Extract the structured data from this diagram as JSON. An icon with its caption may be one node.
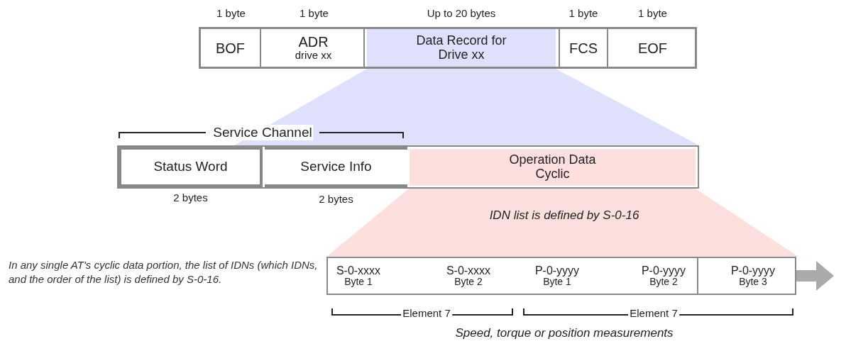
{
  "diagram": {
    "nodes": [
      {
        "text": [
          "BOF"
        ],
        "beside": [
          "1 byte"
        ]
      },
      {
        "text": [
          "ADR",
          "drive xx"
        ],
        "beside": [
          "1 byte"
        ]
      },
      {
        "text": [
          "Data Record for Drive xx"
        ],
        "beside": [
          "Up to 20 bytes"
        ]
      },
      {
        "text": [
          "FCS"
        ],
        "beside": [
          "1 byte"
        ]
      },
      {
        "text": [
          "EOF"
        ],
        "beside": [
          "1 byte"
        ]
      },
      {
        "text": [
          "Status Word"
        ],
        "beside": [
          "2 bytes"
        ]
      },
      {
        "text": [
          "Service Info"
        ],
        "beside": [
          "2 bytes"
        ]
      },
      {
        "text": [
          "Operation Data Cyclic"
        ]
      },
      {
        "text": [
          "S-0-xxxx",
          "Byte 1"
        ]
      },
      {
        "text": [
          "S-0-xxxx",
          "Byte 2"
        ]
      },
      {
        "text": [
          "P-0-yyyy",
          "Byte 1"
        ]
      },
      {
        "text": [
          "P-0-yyyy",
          "Byte 2"
        ]
      },
      {
        "text": [
          "P-0-yyyy",
          "Byte 3"
        ]
      }
    ],
    "labels": [
      "Service Channel",
      "IDN list is defined by S-0-16",
      "In any single AT's cyclic data portion, the list of IDNs (which IDNs, and the order of the list) is defined by S-0-16.",
      "Element 7",
      "Element 7",
      "Speed, torque or position measurements"
    ]
  }
}
